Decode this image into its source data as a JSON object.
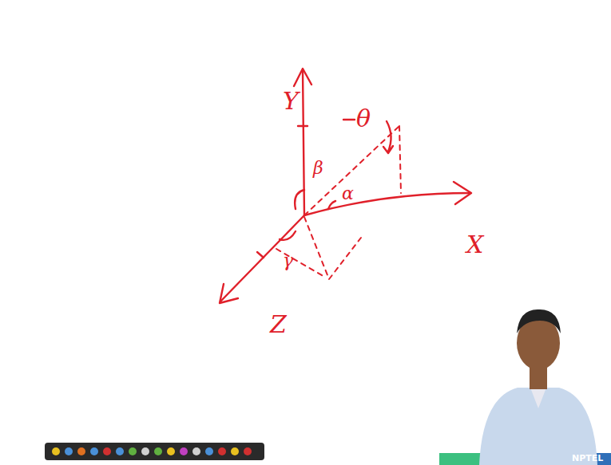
{
  "diagram": {
    "labels": [
      "Y",
      "θ",
      "β",
      "α",
      "X",
      "γ",
      "Z",
      "NPTEL"
    ]
  }
}
